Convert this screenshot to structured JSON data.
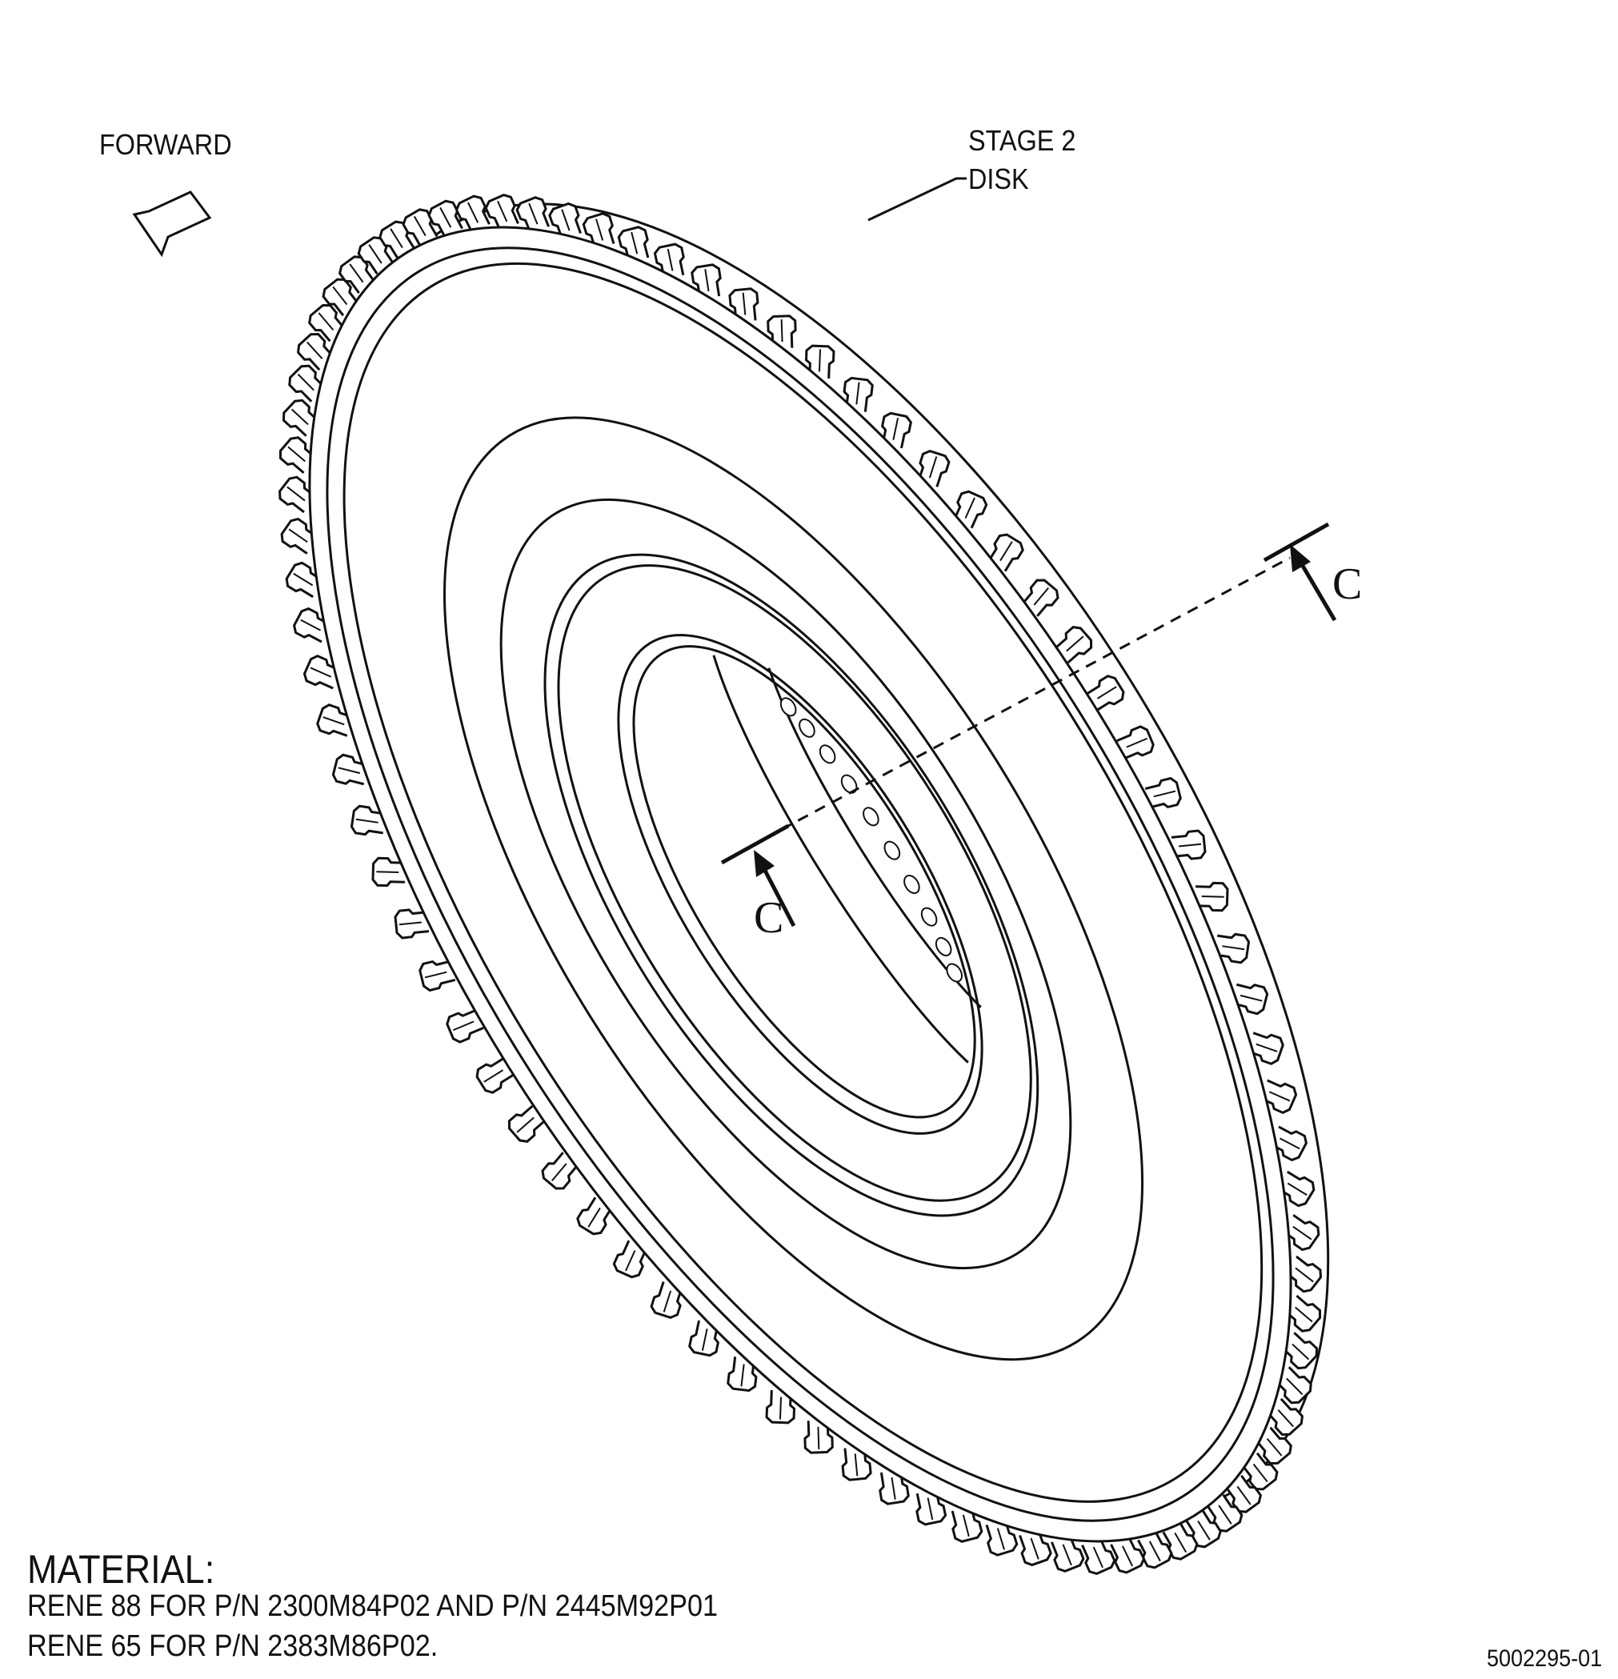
{
  "labels": {
    "forward": "FORWARD",
    "stage_line_1": "STAGE 2",
    "stage_line_2": "DISK",
    "section_mark": "C"
  },
  "material": {
    "heading": "MATERIAL:",
    "line_1": "RENE 88 FOR P/N 2300M84P02 AND P/N 2445M92P01",
    "line_2": "RENE 65 FOR P/N 2383M86P02."
  },
  "drawing_number": "5002295-01",
  "colors": {
    "ink": "#111111",
    "paper": "#ffffff"
  }
}
